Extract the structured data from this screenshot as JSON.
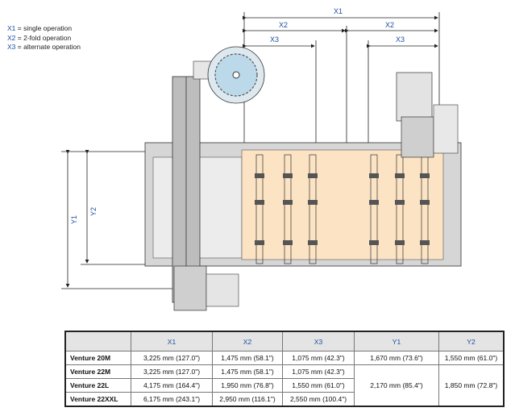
{
  "legend": [
    {
      "key": "X1",
      "text": "= single operation"
    },
    {
      "key": "X2",
      "text": "= 2-fold operation"
    },
    {
      "key": "X3",
      "text": "= alternate operation"
    }
  ],
  "dimensions": {
    "x1": "X1",
    "x2_left": "X2",
    "x2_right": "X2",
    "x3_left": "X3",
    "x3_right": "X3",
    "y1": "Y1",
    "y2": "Y2"
  },
  "colors": {
    "accent": "#1a4fa0",
    "table_area": "#fbe3c4",
    "machine_gray": "#c9c9c9"
  },
  "table": {
    "headers": [
      "",
      "X1",
      "X2",
      "X3",
      "Y1",
      "Y2"
    ],
    "rows": [
      {
        "model": "Venture 20M",
        "x1": "3,225 mm (127.0\")",
        "x2": "1,475 mm (58.1\")",
        "x3": "1,075 mm (42.3\")",
        "y1": "1,670 mm (73.6\")",
        "y2": "1,550 mm (61.0\")"
      },
      {
        "model": "Venture 22M",
        "x1": "3,225 mm (127.0\")",
        "x2": "1,475 mm (58.1\")",
        "x3": "1,075 mm (42.3\")",
        "y1": "2,170 mm (85.4\")",
        "y2": "1,850 mm (72.8\")"
      },
      {
        "model": "Venture 22L",
        "x1": "4,175 mm (164.4\")",
        "x2": "1,950 mm (76.8\")",
        "x3": "1,550 mm (61.0\")"
      },
      {
        "model": "Venture 22XXL",
        "x1": "6,175 mm (243.1\")",
        "x2": "2,950 mm (116.1\")",
        "x3": "2,550 mm (100.4\")"
      }
    ]
  }
}
